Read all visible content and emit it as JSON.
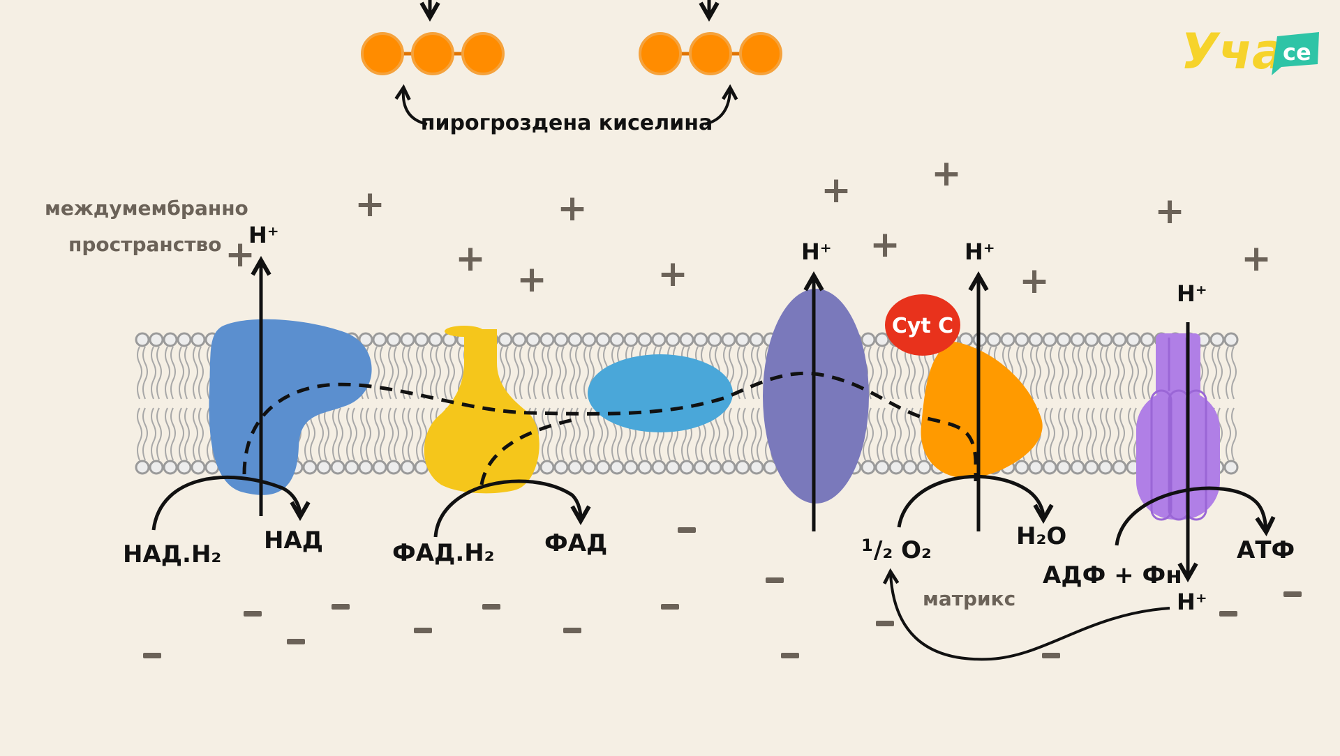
{
  "logo": {
    "text_main": "Уча",
    "text_badge": "се",
    "color_main": "#f6d32b",
    "color_badge": "#2ec4a6"
  },
  "top": {
    "pyruvate_label": "пирогроздена киселина",
    "molecule_color": "#ff8c00"
  },
  "regions": {
    "intermembrane_line1": "междумембранно",
    "intermembrane_line2": "пространство",
    "matrix": "матрикс"
  },
  "proton": "H⁺",
  "charges": {
    "plus": "+",
    "minus": "−"
  },
  "labels": {
    "nadh2": "НАД.Н₂",
    "nad": "НАД",
    "fadh2": "ФАД.Н₂",
    "fad": "ФАД",
    "half_o2_sup": "1",
    "half_o2_rest": "/₂ O₂",
    "h2o": "H₂O",
    "adp_pi": "АДФ + Фн",
    "atp": "АТФ",
    "cyt_c": "Cyt C"
  },
  "colors": {
    "complex1": "#5b8fcf",
    "complex2": "#f5c61b",
    "ubiquinone": "#4aa7d9",
    "complex3": "#7a79bb",
    "cyt_c": "#e8321c",
    "complex4": "#ff9a00",
    "atp_synthase": "#b07fe6",
    "membrane": "#9a9a9a"
  }
}
